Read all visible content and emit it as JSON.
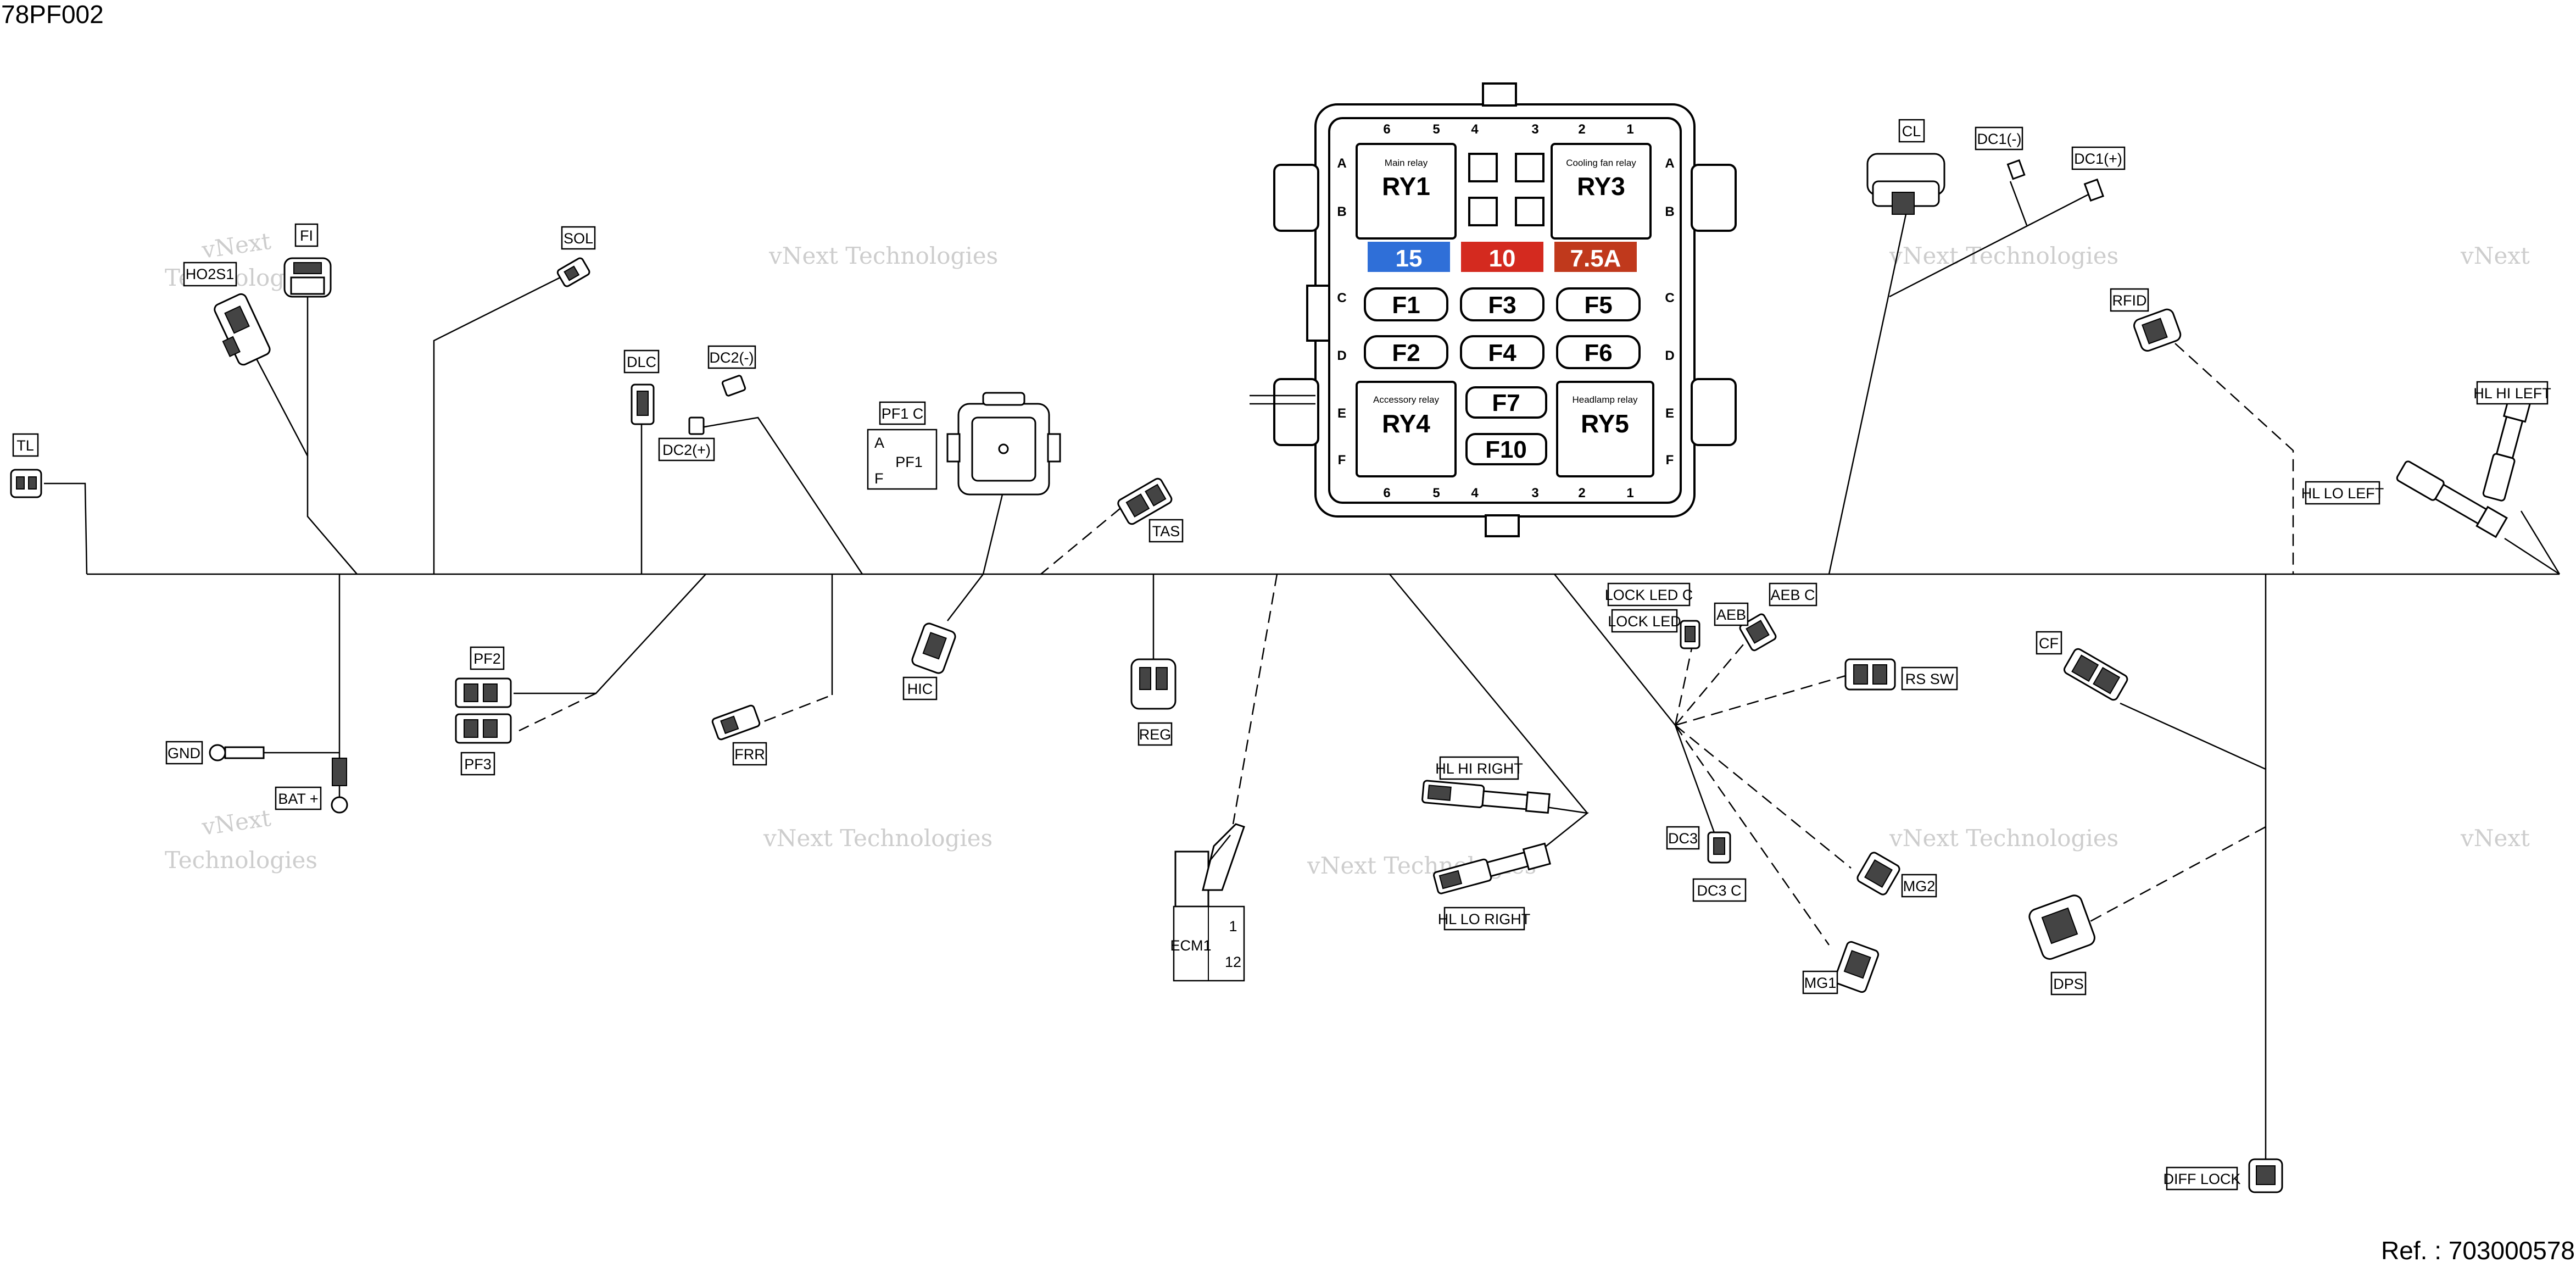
{
  "diagram_code": "78PF002",
  "reference": "Ref. :  703000578",
  "watermark": [
    "vNext",
    "Technologies",
    "vNext Technologies"
  ],
  "fuse_box": {
    "pin_numbers": [
      "6",
      "5",
      "4",
      "3",
      "2",
      "1"
    ],
    "row_letters": [
      "A",
      "B",
      "C",
      "D",
      "E",
      "F"
    ],
    "relays": [
      {
        "id": "RY1",
        "sub": "Main relay"
      },
      {
        "id": "RY3",
        "sub": "Cooling fan relay"
      },
      {
        "id": "RY4",
        "sub": "Accessory relay"
      },
      {
        "id": "RY5",
        "sub": "Headlamp relay"
      }
    ],
    "fuses": [
      "F1",
      "F2",
      "F3",
      "F4",
      "F5",
      "F6",
      "F7",
      "F10"
    ],
    "ratings": [
      {
        "text": "15",
        "color": "#2f6fd8"
      },
      {
        "text": "10",
        "color": "#d42a1f"
      },
      {
        "text": "7.5A",
        "color": "#c0391c"
      }
    ]
  },
  "connectors": {
    "TL": "TL",
    "H02S1": "HO2S1",
    "FI": "FI",
    "SOL": "SOL",
    "DLC": "DLC",
    "DC2M": "DC2(-)",
    "DC2P": "DC2(+)",
    "PF1C": "PF1  C",
    "PF1": "PF1",
    "PF1A": "A",
    "PF1F": "F",
    "TAS": "TAS",
    "HIC": "HIC",
    "REG": "REG",
    "PF2": "PF2",
    "PF3": "PF3",
    "GND": "GND",
    "BAT": "BAT +",
    "FRR": "FRR",
    "ECM1": "ECM1",
    "ECM1_1": "1",
    "ECM1_12": "12",
    "HLHIR": "HL HI RIGHT",
    "HLLOR": "HL LO RIGHT",
    "LOCKLEDC": "LOCK LED  C",
    "LOCKLED": "LOCK LED",
    "AEB": "AEB",
    "AEBC": "AEB  C",
    "RSSW": "RS  SW",
    "DC3": "DC3",
    "DC3C": "DC3  C",
    "MG1": "MG1",
    "MG2": "MG2",
    "CL": "CL",
    "DC1M": "DC1(-)",
    "DC1P": "DC1(+)",
    "RFID": "RFID",
    "HLHIL": "HL HI LEFT",
    "HLLOL": "HL LO LEFT",
    "CF": "CF",
    "DPS": "DPS",
    "DIFF": "DIFF LOCK"
  }
}
